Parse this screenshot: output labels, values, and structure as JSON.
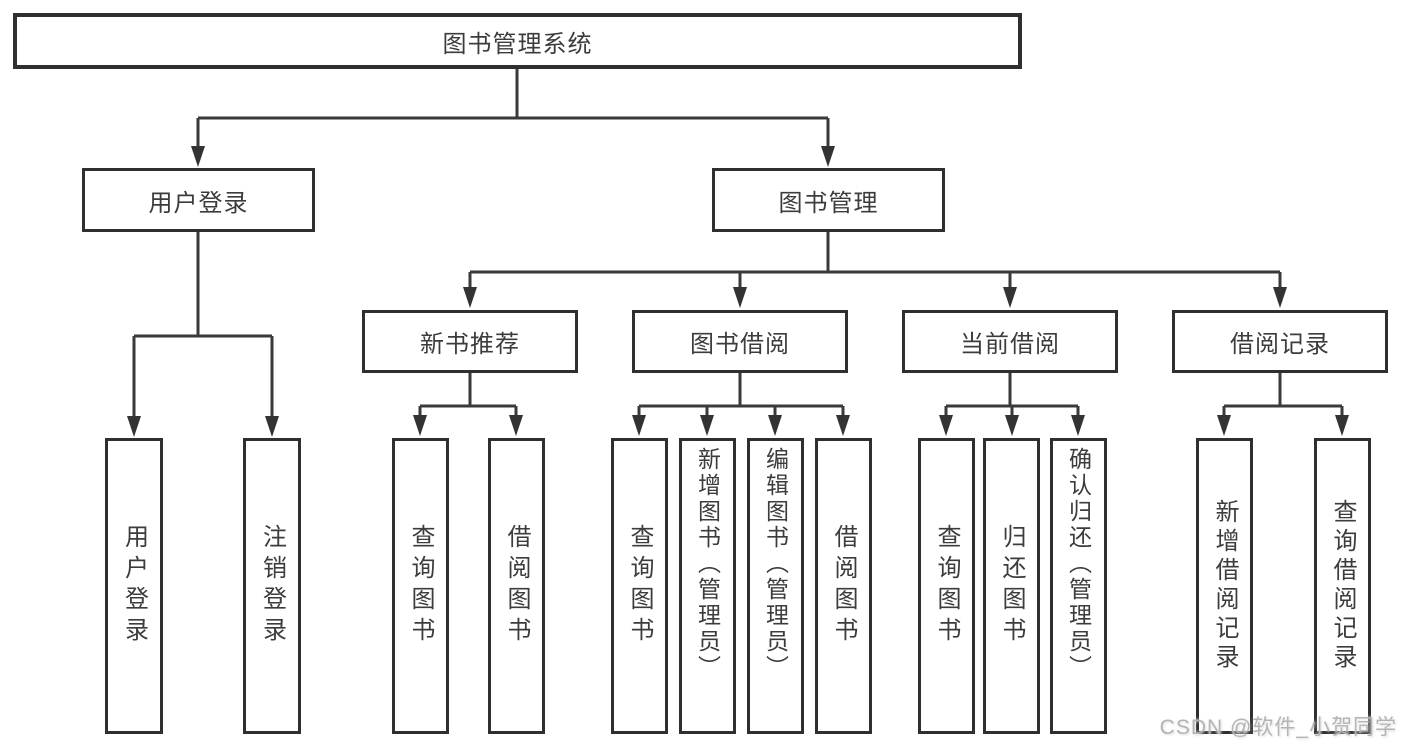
{
  "tree": {
    "label": "图书管理系统",
    "children": [
      {
        "label": "用户登录",
        "children": [
          {
            "label": "用户登录"
          },
          {
            "label": "注销登录"
          }
        ]
      },
      {
        "label": "图书管理",
        "children": [
          {
            "label": "新书推荐",
            "children": [
              {
                "label": "查询图书"
              },
              {
                "label": "借阅图书"
              }
            ]
          },
          {
            "label": "图书借阅",
            "children": [
              {
                "label": "查询图书"
              },
              {
                "label": "新增图书（管理员）"
              },
              {
                "label": "编辑图书（管理员）"
              },
              {
                "label": "借阅图书"
              }
            ]
          },
          {
            "label": "当前借阅",
            "children": [
              {
                "label": "查询图书"
              },
              {
                "label": "归还图书"
              },
              {
                "label": "确认归还（管理员）"
              }
            ]
          },
          {
            "label": "借阅记录",
            "children": [
              {
                "label": "新增借阅记录"
              },
              {
                "label": "查询借阅记录"
              }
            ]
          }
        ]
      }
    ]
  },
  "watermark": {
    "text": "CSDN @软件_小贺同学"
  },
  "colors": {
    "background": "#ffffff",
    "box_border": "#2f2f2f",
    "line": "#3a3a3a",
    "text": "#3c3c3c",
    "watermark": "#b4b4b4"
  }
}
